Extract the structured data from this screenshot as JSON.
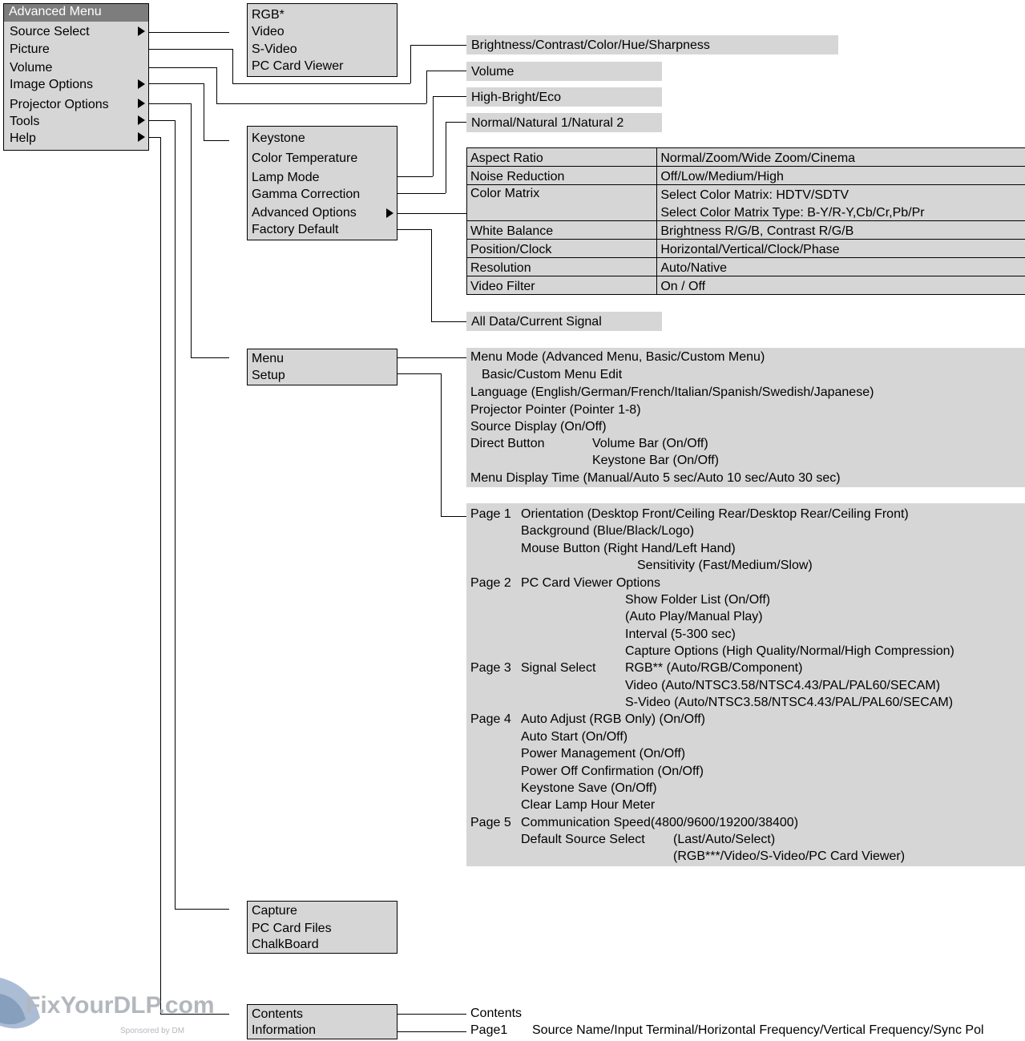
{
  "main_menu": {
    "title": "Advanced Menu",
    "items": [
      "Source Select",
      "Picture",
      "Volume",
      "Image Options",
      "Projector Options",
      "Tools",
      "Help"
    ]
  },
  "source_select": {
    "items": [
      "RGB*",
      "Video",
      "S-Video",
      "PC Card Viewer"
    ]
  },
  "picture_opt": "Brightness/Contrast/Color/Hue/Sharpness",
  "volume_opt": "Volume",
  "lamp_opt": "High-Bright/Eco",
  "gamma_opt": "Normal/Natural 1/Natural 2",
  "image_options": {
    "items": [
      "Keystone",
      "Color Temperature",
      "Lamp Mode",
      "Gamma Correction",
      "Advanced Options",
      "Factory Default"
    ]
  },
  "advanced_table": {
    "rows": [
      {
        "name": "Aspect Ratio",
        "value": "Normal/Zoom/Wide Zoom/Cinema"
      },
      {
        "name": "Noise Reduction",
        "value": "Off/Low/Medium/High"
      },
      {
        "name": "Color Matrix",
        "value": "Select Color Matrix:  HDTV/SDTV"
      },
      {
        "name": "",
        "value": "Select Color Matrix Type:  B-Y/R-Y,Cb/Cr,Pb/Pr"
      },
      {
        "name": "White Balance",
        "value": "Brightness R/G/B, Contrast R/G/B"
      },
      {
        "name": "Position/Clock",
        "value": "Horizontal/Vertical/Clock/Phase"
      },
      {
        "name": "Resolution",
        "value": "Auto/Native"
      },
      {
        "name": "Video Filter",
        "value": "On / Off"
      }
    ]
  },
  "factory_default_opt": "All Data/Current Signal",
  "projector_options": {
    "items": [
      "Menu",
      "Setup"
    ]
  },
  "menu_settings": {
    "line1": "Menu Mode (Advanced Menu, Basic/Custom Menu)",
    "line2": "Basic/Custom Menu Edit",
    "line3": "Language (English/German/French/Italian/Spanish/Swedish/Japanese)",
    "line4": "Projector Pointer (Pointer 1-8)",
    "line5": "Source Display (On/Off)",
    "line6_label": "Direct Button",
    "line6_value": "Volume Bar (On/Off)",
    "line7": "Keystone Bar (On/Off)",
    "line8": "Menu Display Time (Manual/Auto 5 sec/Auto 10 sec/Auto 30 sec)"
  },
  "setup": {
    "p1": "Page 1",
    "p1_l1": "Orientation (Desktop Front/Ceiling Rear/Desktop Rear/Ceiling Front)",
    "p1_l2": "Background (Blue/Black/Logo)",
    "p1_l3": "Mouse Button (Right Hand/Left Hand)",
    "p1_l4": "Sensitivity (Fast/Medium/Slow)",
    "p2": "Page 2",
    "p2_l1": "PC Card Viewer Options",
    "p2_l2": "Show Folder List (On/Off)",
    "p2_l3": "(Auto Play/Manual Play)",
    "p2_l4": "Interval (5-300 sec)",
    "p2_l5": "Capture Options (High Quality/Normal/High Compression)",
    "p3": "Page 3",
    "p3_l1a": "Signal Select",
    "p3_l1b": "RGB** (Auto/RGB/Component)",
    "p3_l2": "Video (Auto/NTSC3.58/NTSC4.43/PAL/PAL60/SECAM)",
    "p3_l3": "S-Video (Auto/NTSC3.58/NTSC4.43/PAL/PAL60/SECAM)",
    "p4": "Page 4",
    "p4_l1": "Auto Adjust (RGB Only)  (On/Off)",
    "p4_l2": "Auto Start  (On/Off)",
    "p4_l3": "Power Management  (On/Off)",
    "p4_l4": "Power Off Confirmation  (On/Off)",
    "p4_l5": "Keystone Save (On/Off)",
    "p4_l6": "Clear Lamp Hour Meter",
    "p5": "Page 5",
    "p5_l1": "Communication Speed(4800/9600/19200/38400)",
    "p5_l2a": "Default Source Select",
    "p5_l2b": "(Last/Auto/Select)",
    "p5_l3": "(RGB***/Video/S-Video/PC Card Viewer)"
  },
  "tools": {
    "items": [
      "Capture",
      "PC Card Files",
      "ChalkBoard"
    ]
  },
  "help": {
    "items": [
      "Contents",
      "Information"
    ]
  },
  "help_contents": "Contents",
  "help_info_page": "Page1",
  "help_info_text": "Source Name/Input Terminal/Horizontal Frequency/Vertical Frequency/Sync Pol",
  "watermark": {
    "text": "FixYourDLP.com",
    "sub": "Sponsored by DM"
  },
  "colors": {
    "box_fill": "#d6d6d6",
    "header_fill": "#7d7d7d"
  }
}
